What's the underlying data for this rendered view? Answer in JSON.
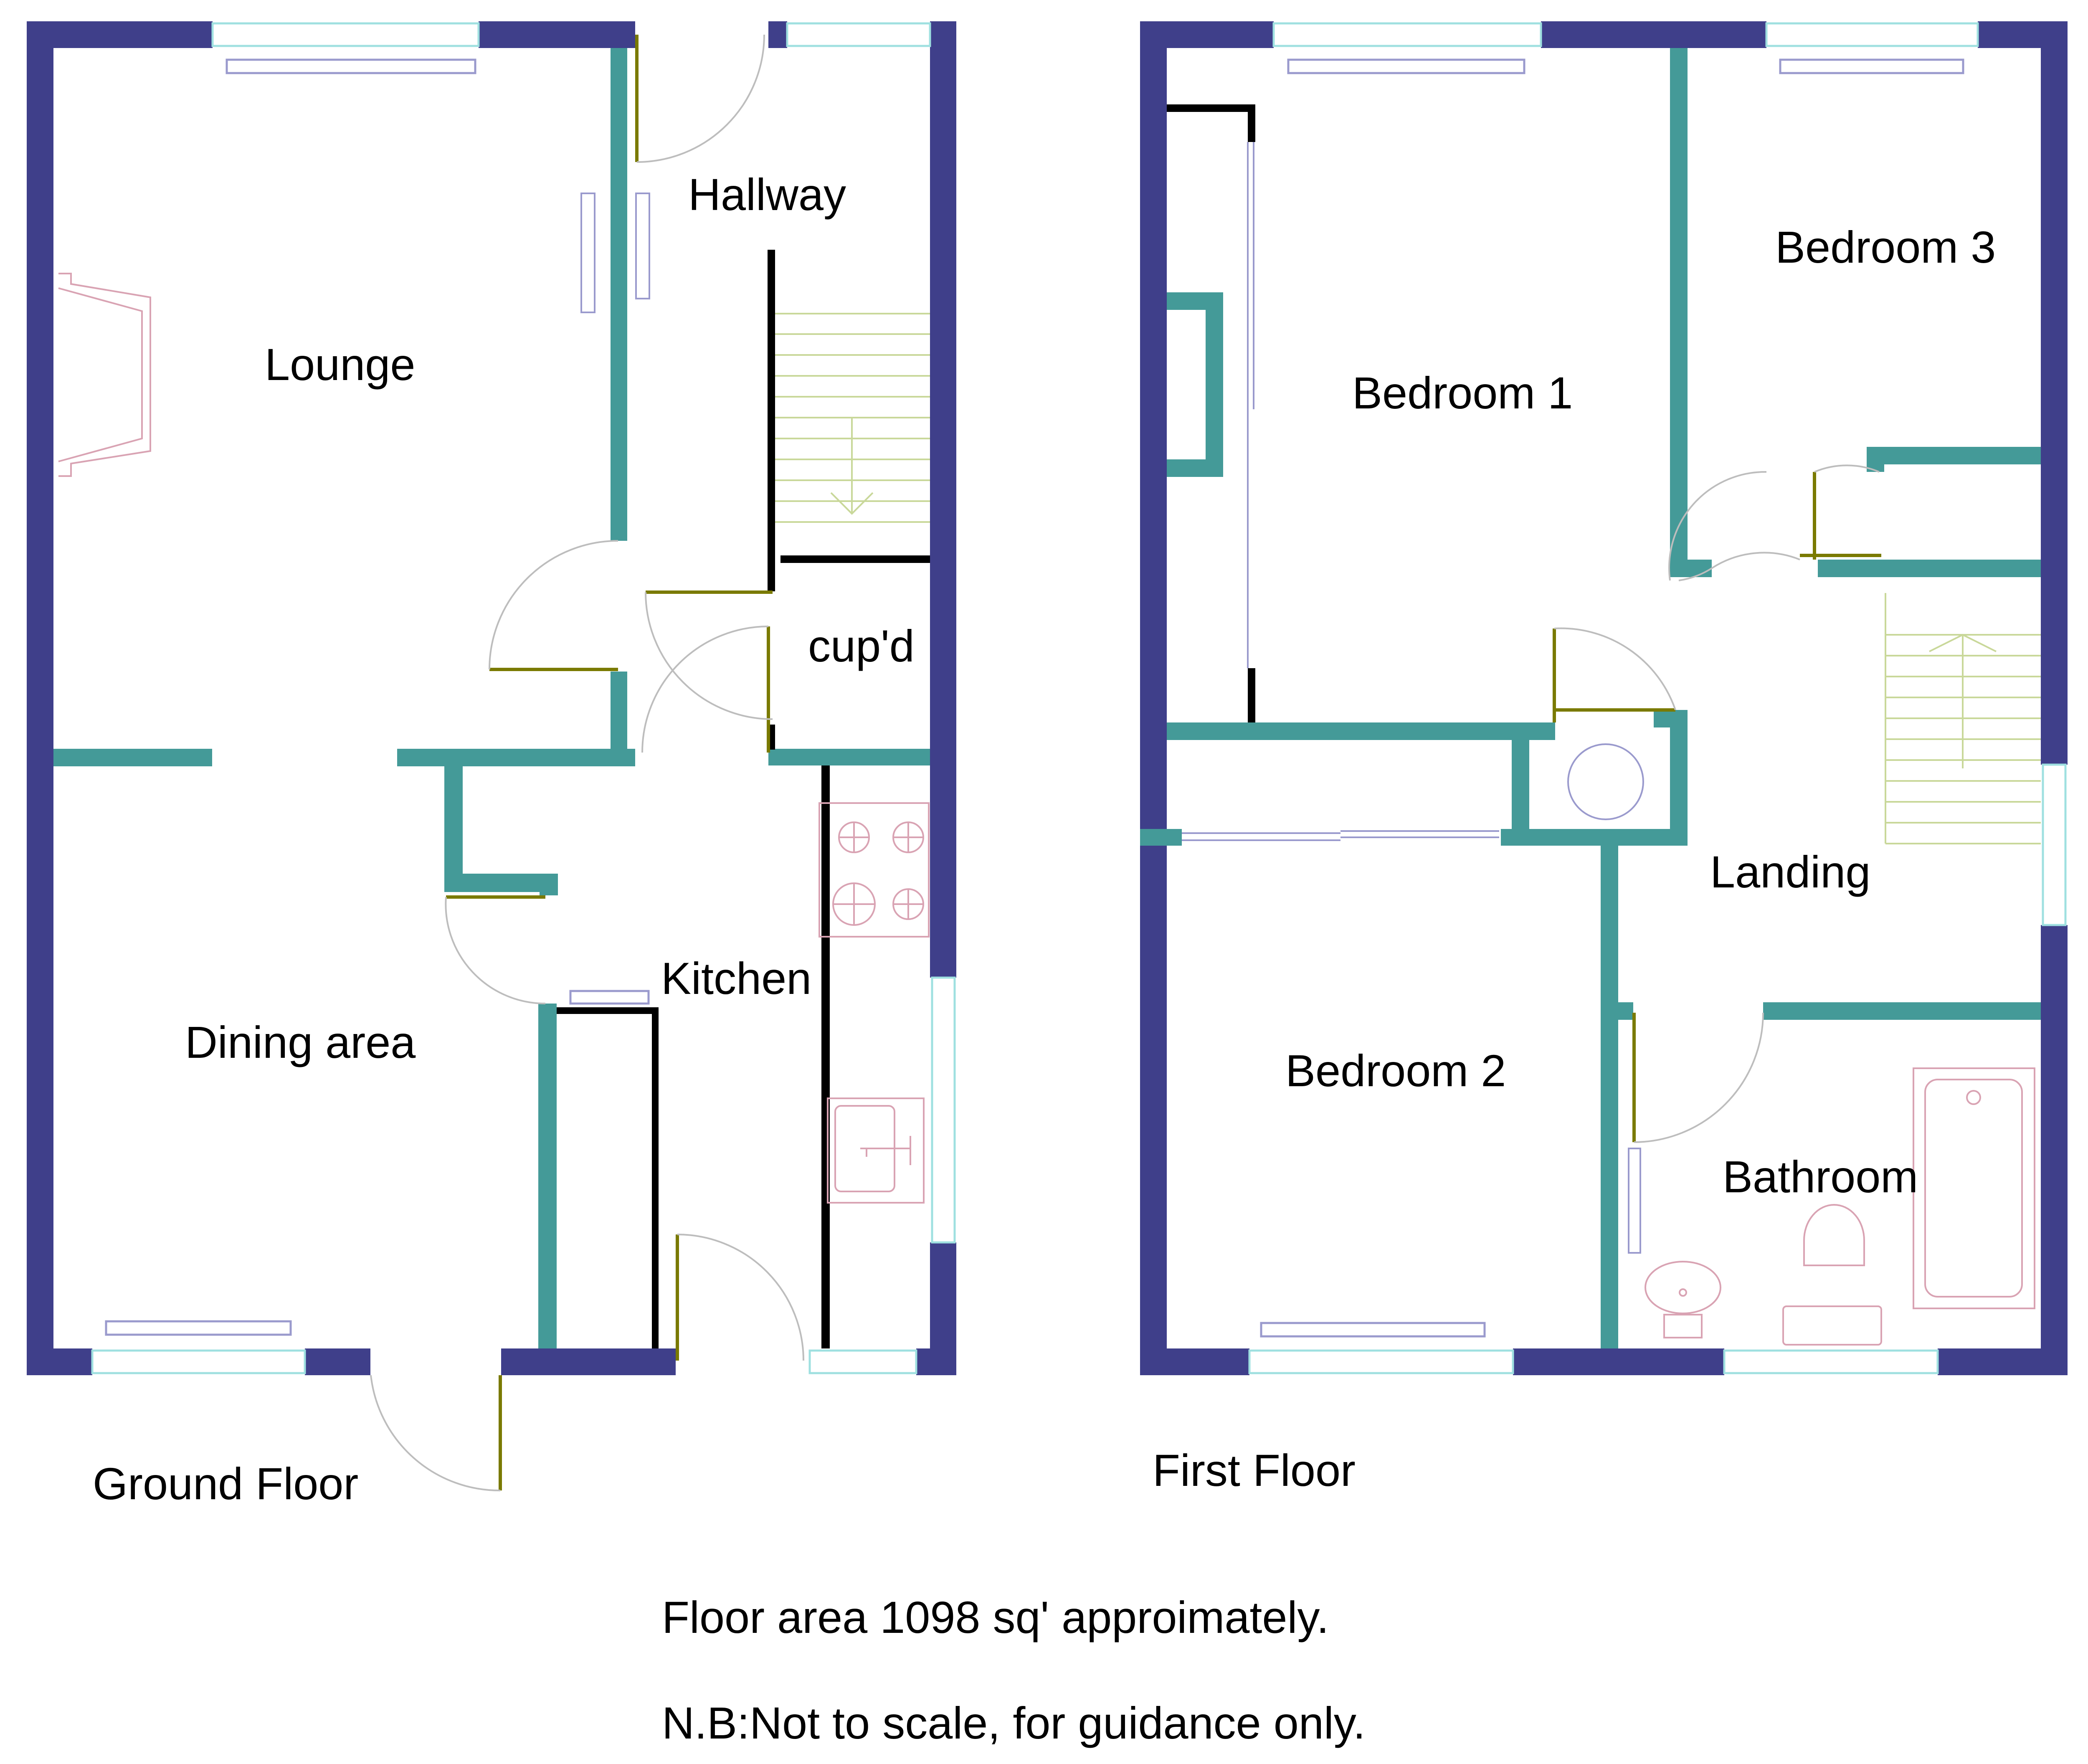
{
  "ground_floor": {
    "title": "Ground Floor",
    "rooms": {
      "lounge": "Lounge",
      "hallway": "Hallway",
      "cupboard": "cup'd",
      "kitchen": "Kitchen",
      "dining": "Dining area"
    }
  },
  "first_floor": {
    "title": "First Floor",
    "rooms": {
      "bedroom1": "Bedroom 1",
      "bedroom2": "Bedroom 2",
      "bedroom3": "Bedroom 3",
      "landing": "Landing",
      "bathroom": "Bathroom"
    }
  },
  "notes": {
    "floor_area": "Floor area 1098 sq' approimately.",
    "disclaimer": "N.B:Not to scale, for guidance only."
  },
  "colors": {
    "external_wall": "#3f3f8a",
    "internal_wall": "#449a98",
    "partition": "#000000",
    "door": "#7a7a00",
    "window": "#9fe0e0",
    "stairs": "#c9d89a",
    "fixtures": "#d9a3b3"
  }
}
